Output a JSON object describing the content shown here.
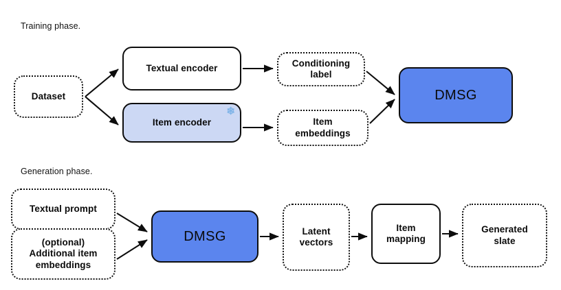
{
  "diagram": {
    "title_training": "Training phase.",
    "title_generation": "Generation phase.",
    "colors": {
      "dmsg_fill": "#5b85ee",
      "item_encoder_fill": "#ccd8f4",
      "stroke": "#0d0d0d",
      "snowflake": "#7fb4e8",
      "background": "#ffffff"
    },
    "training": {
      "nodes": {
        "dataset": "Dataset",
        "textual_encoder": "Textual encoder",
        "item_encoder": "Item  encoder",
        "item_encoder_badge": "snowflake-icon",
        "conditioning_label": "Conditioning\nlabel",
        "item_embeddings": "Item\nembeddings",
        "dmsg": "DMSG"
      },
      "edges": [
        {
          "from": "dataset",
          "to": "textual_encoder"
        },
        {
          "from": "dataset",
          "to": "item_encoder"
        },
        {
          "from": "textual_encoder",
          "to": "conditioning_label"
        },
        {
          "from": "item_encoder",
          "to": "item_embeddings"
        },
        {
          "from": "conditioning_label",
          "to": "dmsg"
        },
        {
          "from": "item_embeddings",
          "to": "dmsg"
        }
      ]
    },
    "generation": {
      "nodes": {
        "textual_prompt": "Textual prompt",
        "additional_item_embeddings": "(optional)\nAdditional item\nembeddings",
        "dmsg": "DMSG",
        "latent_vectors": "Latent\nvectors",
        "item_mapping": "Item\nmapping",
        "generated_slate": "Generated\nslate"
      },
      "edges": [
        {
          "from": "textual_prompt",
          "to": "dmsg"
        },
        {
          "from": "additional_item_embeddings",
          "to": "dmsg"
        },
        {
          "from": "dmsg",
          "to": "latent_vectors"
        },
        {
          "from": "latent_vectors",
          "to": "item_mapping"
        },
        {
          "from": "item_mapping",
          "to": "generated_slate"
        }
      ]
    }
  }
}
